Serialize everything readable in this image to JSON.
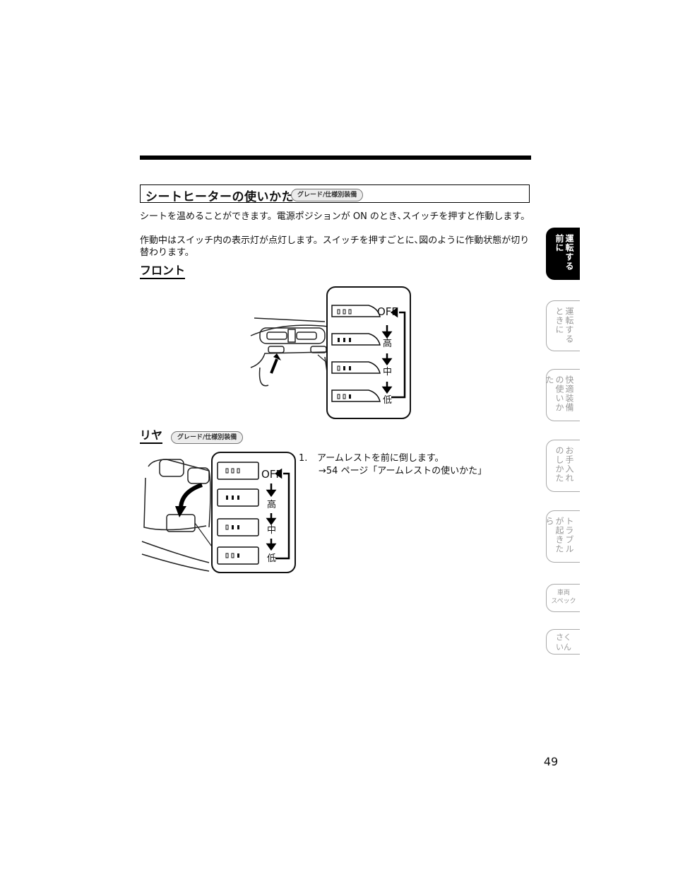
{
  "section": {
    "title": "シートヒーターの使いかた",
    "tag": "グレード/仕様別装備"
  },
  "body": {
    "paragraph1": "シートを温めることができます。電源ポジションが ON のとき､スイッチを押すと作動します。",
    "paragraph2": "作動中はスイッチ内の表示灯が点灯します。スイッチを押すごとに､図のように作動状態が切り替わります。"
  },
  "front": {
    "heading": "フロント",
    "states": [
      "OFF",
      "高",
      "中",
      "低"
    ]
  },
  "rear": {
    "heading": "リヤ",
    "tag": "グレード/仕様別装備",
    "states": [
      "OFF",
      "高",
      "中",
      "低"
    ],
    "step_number": "1.",
    "step_text": "アームレストを前に倒します。",
    "step_ref": "→54 ページ「アームレストの使いかた」"
  },
  "side_tabs": [
    {
      "label": "運転する前に",
      "active": true
    },
    {
      "label": "運転するときに",
      "active": false
    },
    {
      "label": "快適装備の使いかた",
      "active": false
    },
    {
      "label": "お手入れのしかた",
      "active": false
    },
    {
      "label": "トラブルが起きたら",
      "active": false
    },
    {
      "label_line1": "車両",
      "label_line2": "スペック",
      "active": false
    },
    {
      "label_line1": "さく",
      "label_line2": "いん",
      "active": false
    }
  ],
  "page_number": "49"
}
